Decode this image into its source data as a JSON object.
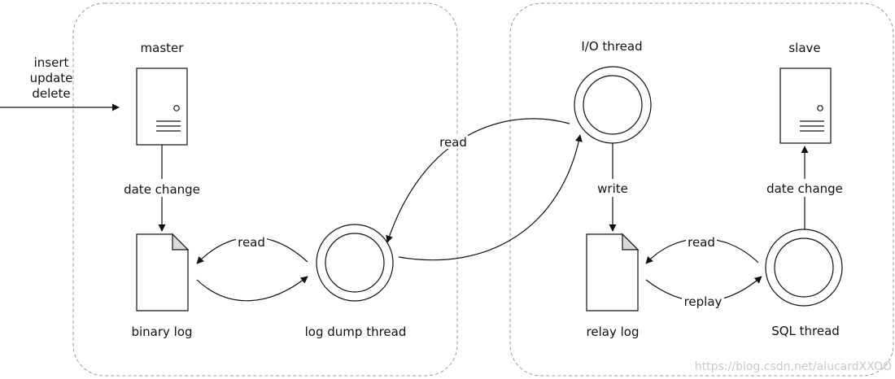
{
  "input_ops": {
    "line1": "insert",
    "line2": "update",
    "line3": "delete"
  },
  "master": {
    "server_label": "master",
    "change_label": "date change",
    "binary_log_label": "binary log",
    "dump_thread_label": "log dump thread",
    "read_label": "read"
  },
  "slave": {
    "server_label": "slave",
    "io_thread_label": "I/O thread",
    "write_label": "write",
    "relay_log_label": "relay log",
    "read_label": "read",
    "replay_label": "replay",
    "sql_thread_label": "SQL thread",
    "change_label": "date change"
  },
  "network": {
    "read_label": "read"
  },
  "watermark": "https://blog.csdn.net/alucardXXOO"
}
